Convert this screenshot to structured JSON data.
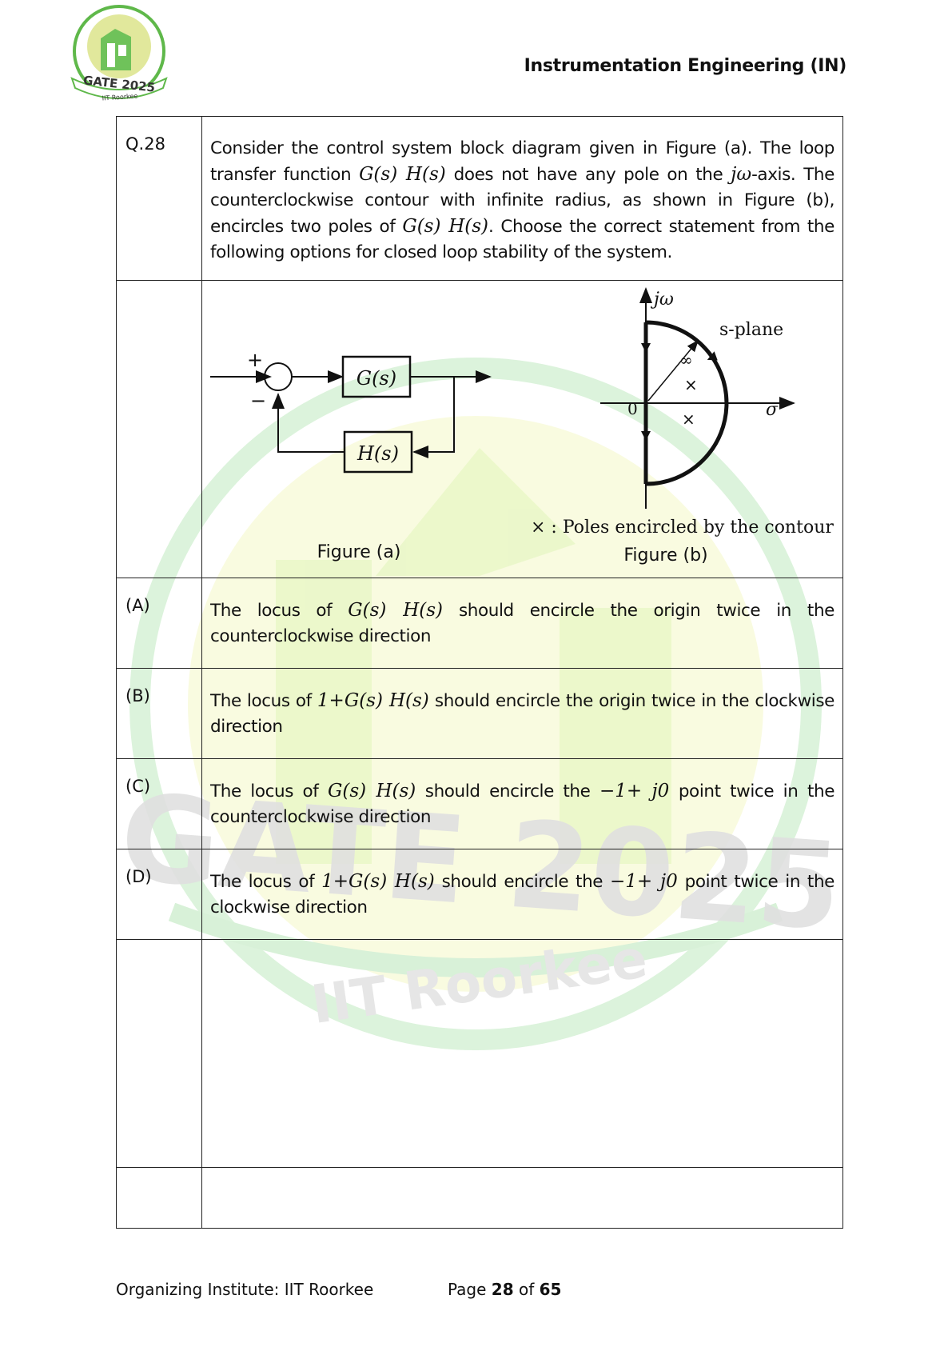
{
  "header": {
    "logo_text": "GATE 2025",
    "logo_subtext": "IIT Roorkee",
    "title": "Instrumentation Engineering (IN)"
  },
  "watermark": {
    "text": "GATE 2025",
    "subtext": "IIT Roorkee"
  },
  "question": {
    "number": "Q.28",
    "text_parts": {
      "p1": "Consider the control system block diagram given in Figure (a). The loop transfer function",
      "gh1": "G(s) H(s)",
      "p2": "does not have any pole on the",
      "jw": "jω",
      "p3": "-axis. The counterclockwise contour with infinite radius, as shown in Figure (b), encircles two poles of",
      "gh2": "G(s) H(s)",
      "p4": ". Choose the correct statement from the following options for closed loop stability of the system."
    }
  },
  "figure_a": {
    "plus": "+",
    "minus": "−",
    "block_g": "G(s)",
    "block_h": "H(s)",
    "caption": "Figure (a)"
  },
  "figure_b": {
    "axis_jw": "jω",
    "plane_label": "s-plane",
    "infinity": "∞",
    "origin": "0",
    "sigma": "σ",
    "pole_marker": "×",
    "legend": "× : Poles encircled by the contour",
    "caption": "Figure (b)"
  },
  "options": [
    {
      "label": "(A)",
      "pre": "The locus of",
      "expr": "G(s) H(s)",
      "post": "should encircle the origin twice in the counterclockwise direction"
    },
    {
      "label": "(B)",
      "pre": "The locus of",
      "expr": "1+G(s) H(s)",
      "post": "should encircle the origin twice in the clockwise direction"
    },
    {
      "label": "(C)",
      "pre": "The locus of",
      "expr": "G(s) H(s)",
      "mid": "should encircle the",
      "point": "−1+ j0",
      "post": "point twice in the counterclockwise direction"
    },
    {
      "label": "(D)",
      "pre": "The locus of",
      "expr": "1+G(s) H(s)",
      "mid": "should encircle the",
      "point": "−1+ j0",
      "post": "point twice in the clockwise direction"
    }
  ],
  "footer": {
    "institute": "Organizing Institute: IIT Roorkee",
    "page_prefix": "Page",
    "page_num": "28",
    "page_of": "of",
    "page_total": "65"
  },
  "colors": {
    "logo_green": "#5fb84a",
    "logo_yellow": "#c8d64a",
    "watermark_green": "#d6f2d6",
    "watermark_yellow": "#f5f8c8",
    "watermark_gray": "#e3e3e3"
  }
}
